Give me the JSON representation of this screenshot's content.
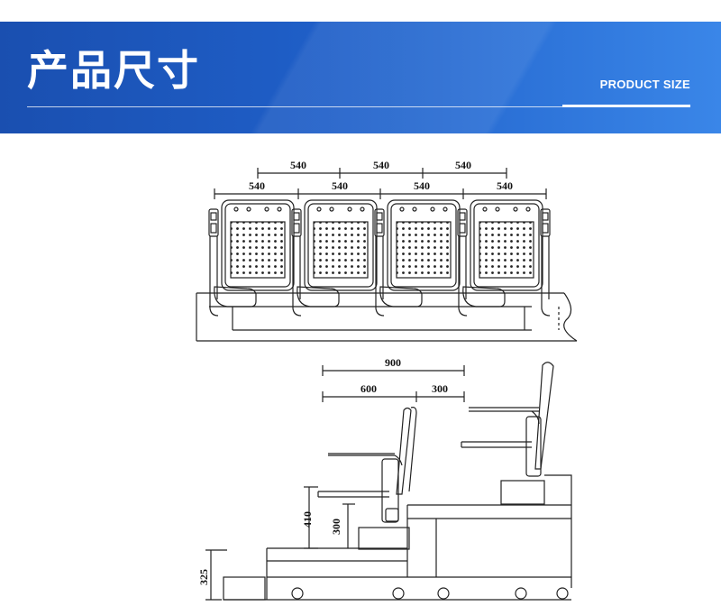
{
  "header": {
    "title_zh": "产品尺寸",
    "title_en": "PRODUCT SIZE"
  },
  "front_view": {
    "top_dims": [
      "540",
      "540",
      "540"
    ],
    "seat_dims": [
      "540",
      "540",
      "540",
      "540"
    ],
    "seat_count": 4
  },
  "side_view": {
    "dims": {
      "total_depth": "900",
      "row_depth": "600",
      "gap": "300",
      "back_height": "410",
      "seat_height": "300",
      "step_height": "325"
    }
  },
  "colors": {
    "banner_start": "#1a4fb0",
    "banner_end": "#3a86e8",
    "line": "#222222"
  }
}
